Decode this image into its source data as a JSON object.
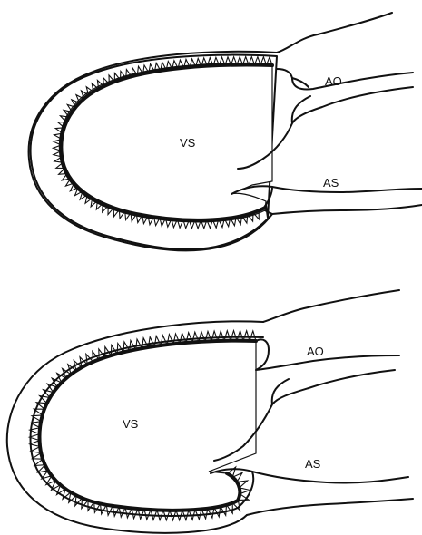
{
  "figure": {
    "panels": [
      {
        "id": "top",
        "labels": {
          "ventricle": "VS",
          "aorta": "AO",
          "atrium": "AS"
        }
      },
      {
        "id": "bottom",
        "labels": {
          "ventricle": "VS",
          "aorta": "AO",
          "atrium": "AS"
        }
      }
    ]
  }
}
